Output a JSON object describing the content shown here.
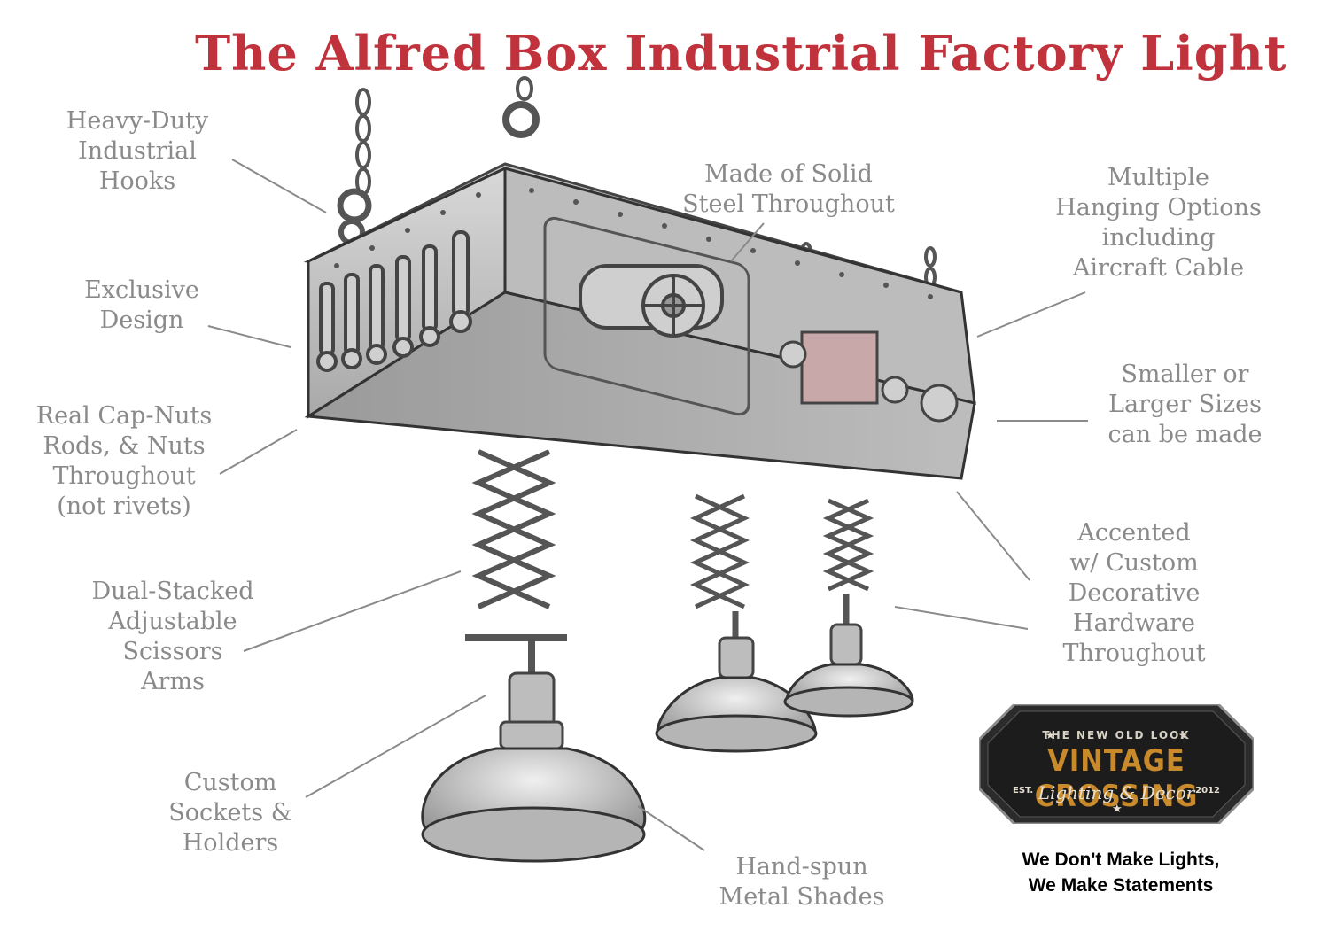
{
  "title": "The Alfred Box Industrial Factory Light",
  "callouts": {
    "hooks": [
      "Heavy-Duty",
      "Industrial",
      "Hooks"
    ],
    "design": [
      "Exclusive",
      "Design"
    ],
    "capnuts": [
      "Real Cap-Nuts",
      "Rods, & Nuts",
      "Throughout",
      "(not rivets)"
    ],
    "scissors": [
      "Dual-Stacked",
      "Adjustable",
      "Scissors",
      "Arms"
    ],
    "sockets": [
      "Custom",
      "Sockets &",
      "Holders"
    ],
    "steel": [
      "Made of Solid",
      "Steel Throughout"
    ],
    "hanging": [
      "Multiple",
      "Hanging Options",
      "including",
      "Aircraft Cable"
    ],
    "sizes": [
      "Smaller or",
      "Larger Sizes",
      "can be made"
    ],
    "hardware": [
      "Accented",
      "w/ Custom",
      "Decorative",
      "Hardware",
      "Throughout"
    ],
    "shades": [
      "Hand-spun",
      "Metal Shades"
    ]
  },
  "logo": {
    "tagline": "THE NEW OLD LOOK",
    "brand": "VINTAGE CROSSING",
    "subtitle": "Lighting & Decor",
    "est": "EST.",
    "year": "2012"
  },
  "slogan": [
    "We Don't Make Lights,",
    "We Make Statements"
  ],
  "colors": {
    "title": "#c0323c",
    "labels": "#8a8a8a",
    "brand_gold": "#c98a2c"
  }
}
